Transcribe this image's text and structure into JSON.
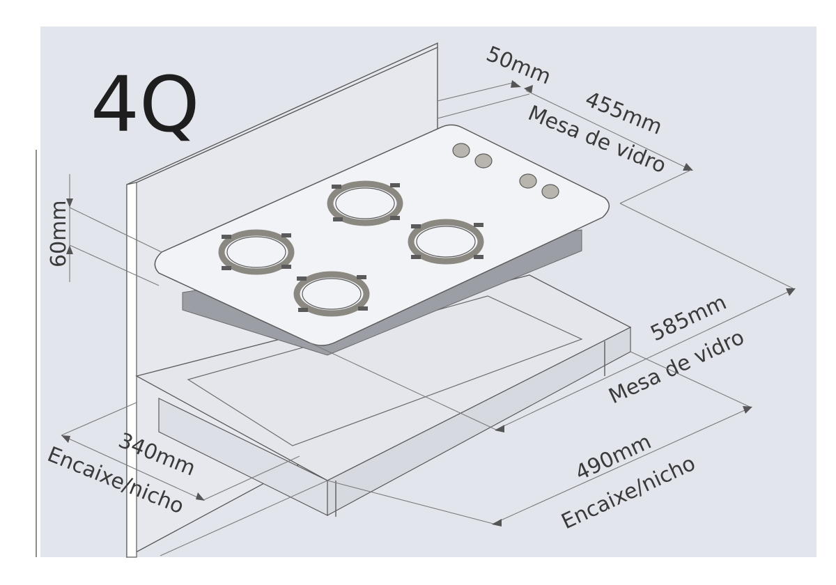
{
  "model": "4Q",
  "dimensions": {
    "gap": "50mm",
    "glass_depth": "455mm",
    "glass_depth_caption": "Mesa de vidro",
    "height": "60mm",
    "glass_width": "585mm",
    "glass_width_caption": "Mesa de vidro",
    "cutout_depth": "340mm",
    "cutout_depth_caption": "Encaixe/nicho",
    "cutout_width": "490mm",
    "cutout_width_caption": "Encaixe/nicho"
  },
  "colors": {
    "background": "#e2e5ec",
    "frame": "#ffffff",
    "cooktop_shadow": "#9c9ea5",
    "text": "#3a3a3a"
  }
}
